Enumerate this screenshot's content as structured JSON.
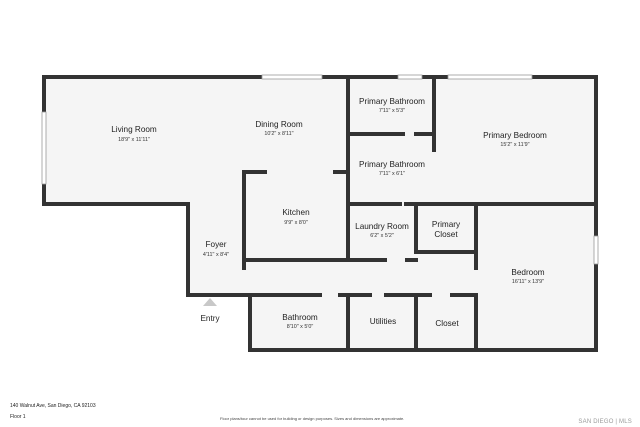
{
  "colors": {
    "wall": "#333333",
    "floor": "#f5f5f5",
    "window": "#ffffff",
    "window_line": "#9a9a9a",
    "entry_marker": "#c8c8c8"
  },
  "rooms": [
    {
      "id": "living-room",
      "name": "Living Room",
      "dims": "18'9\" x 11'11\""
    },
    {
      "id": "dining-room",
      "name": "Dining Room",
      "dims": "10'2\" x 8'11\""
    },
    {
      "id": "primary-bathroom-upper",
      "name": "Primary Bathroom",
      "dims": "7'11\" x 5'3\""
    },
    {
      "id": "primary-bathroom-lower",
      "name": "Primary Bathroom",
      "dims": "7'11\" x 6'1\""
    },
    {
      "id": "primary-bedroom",
      "name": "Primary Bedroom",
      "dims": "15'2\" x 11'9\""
    },
    {
      "id": "kitchen",
      "name": "Kitchen",
      "dims": "9'9\" x 8'0\""
    },
    {
      "id": "laundry-room",
      "name": "Laundry Room",
      "dims": "6'2\" x 5'2\""
    },
    {
      "id": "primary-closet",
      "name": "Primary\nCloset",
      "dims": ""
    },
    {
      "id": "foyer",
      "name": "Foyer",
      "dims": "4'11\" x 8'4\""
    },
    {
      "id": "bedroom",
      "name": "Bedroom",
      "dims": "16'11\" x 13'9\""
    },
    {
      "id": "bathroom",
      "name": "Bathroom",
      "dims": "8'10\" x 5'0\""
    },
    {
      "id": "utilities",
      "name": "Utilities",
      "dims": ""
    },
    {
      "id": "closet",
      "name": "Closet",
      "dims": ""
    }
  ],
  "entry": {
    "label": "Entry"
  },
  "footer": {
    "address": "140 Walnut Ave, San Diego, CA 92103",
    "floor": "Floor 1",
    "disclaimer": "Floor plans/tour cannot be used for building or design purposes. Sizes and dimensions are approximate.",
    "brand": "SAN DIEGO | MLS"
  }
}
